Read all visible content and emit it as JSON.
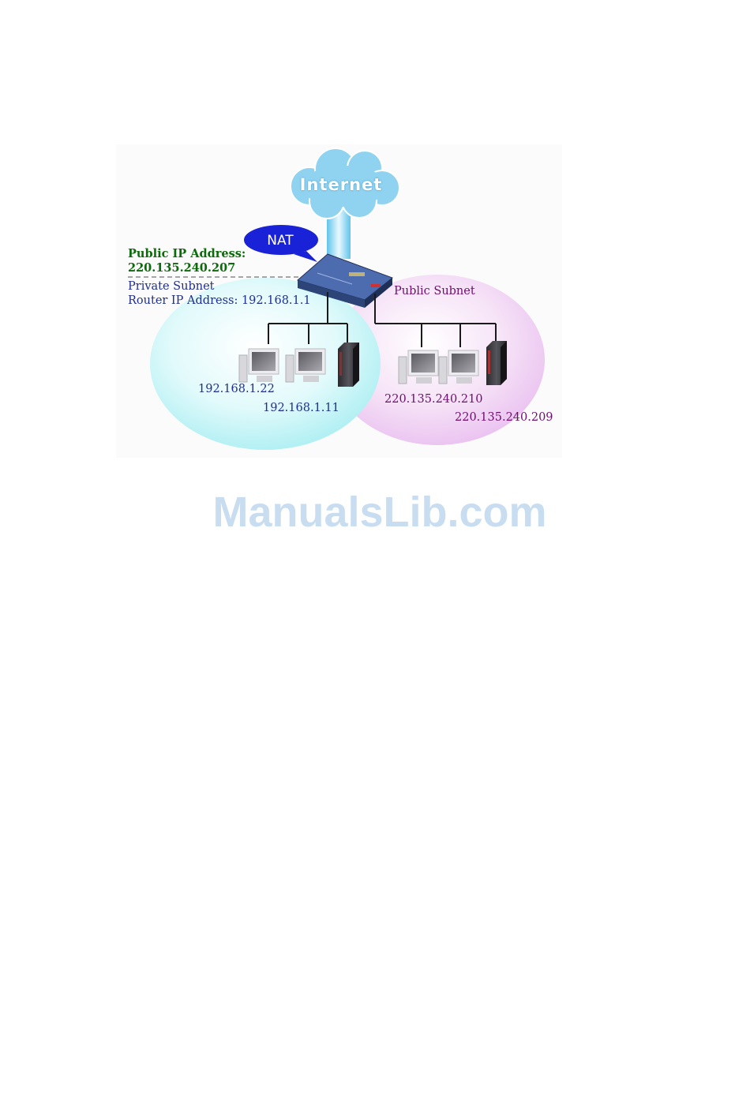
{
  "diagram": {
    "cloud_label": "Internet",
    "nat_label": "NAT",
    "public_ip_label": "Public IP Address:",
    "public_ip_value": "220.135.240.207",
    "private_subnet_label": "Private Subnet",
    "router_ip_label": "Router IP Address: 192.168.1.1",
    "public_subnet_label": "Public Subnet",
    "private_hosts": [
      "192.168.1.22",
      "192.168.1.11"
    ],
    "public_hosts": [
      "220.135.240.210",
      "220.135.240.209"
    ],
    "colors": {
      "private_subnet": "#c8f4f6",
      "public_subnet": "#f2d2f4",
      "cloud": "#8fd3f0",
      "nat_bubble": "#1a22d8",
      "router": "#3c5a9a",
      "public_ip_text": "#0b6b0b",
      "private_text": "#1f2f8f",
      "public_text": "#6d0f6d"
    }
  },
  "watermark": "ManualsLib.com"
}
